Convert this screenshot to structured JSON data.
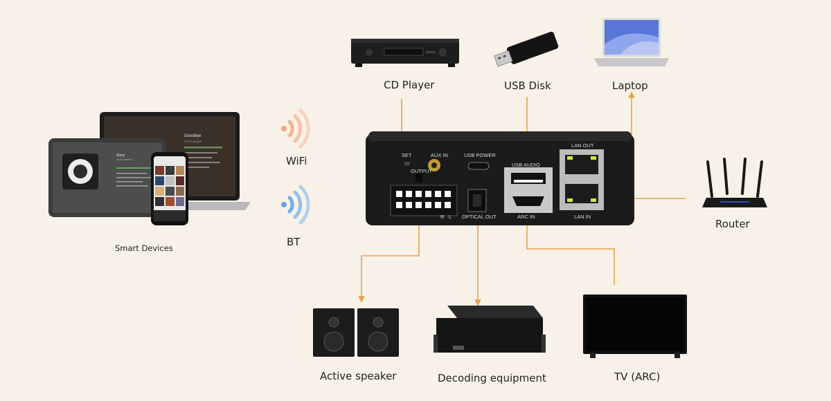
{
  "devices": {
    "cd_player": "CD Player",
    "usb_disk": "USB Disk",
    "laptop": "Laptop",
    "router": "Router",
    "smart_devices": "Smart Devices",
    "active_speaker": "Active speaker",
    "decoding_equipment": "Decoding equipment",
    "tv": "TV (ARC)"
  },
  "wireless": {
    "wifi": "WiFi",
    "bt": "BT"
  },
  "ports": {
    "set": "SET",
    "aux_in": "AUX IN",
    "output": "OUTPUT",
    "usb_power": "USB POWER",
    "usb_audio": "USB AUDIO",
    "lan_out": "LAN OUT",
    "lan_in": "LAN IN",
    "r": "R",
    "l": "L",
    "optical_out": "OPTICAL OUT",
    "arc_in": "ARC IN"
  },
  "screens": {
    "front_title": "Sorry",
    "front_artist": "Justin Bieber",
    "back_title": "Goodbye",
    "back_artist": "Avril Lavigne"
  },
  "colors": {
    "background": "#f8f1e7",
    "wire": "#e8a24a",
    "wifi": "#f2a77f",
    "bt": "#5ea8ea",
    "device_body": "#1b1b1b",
    "led": "#c8ec3c"
  }
}
